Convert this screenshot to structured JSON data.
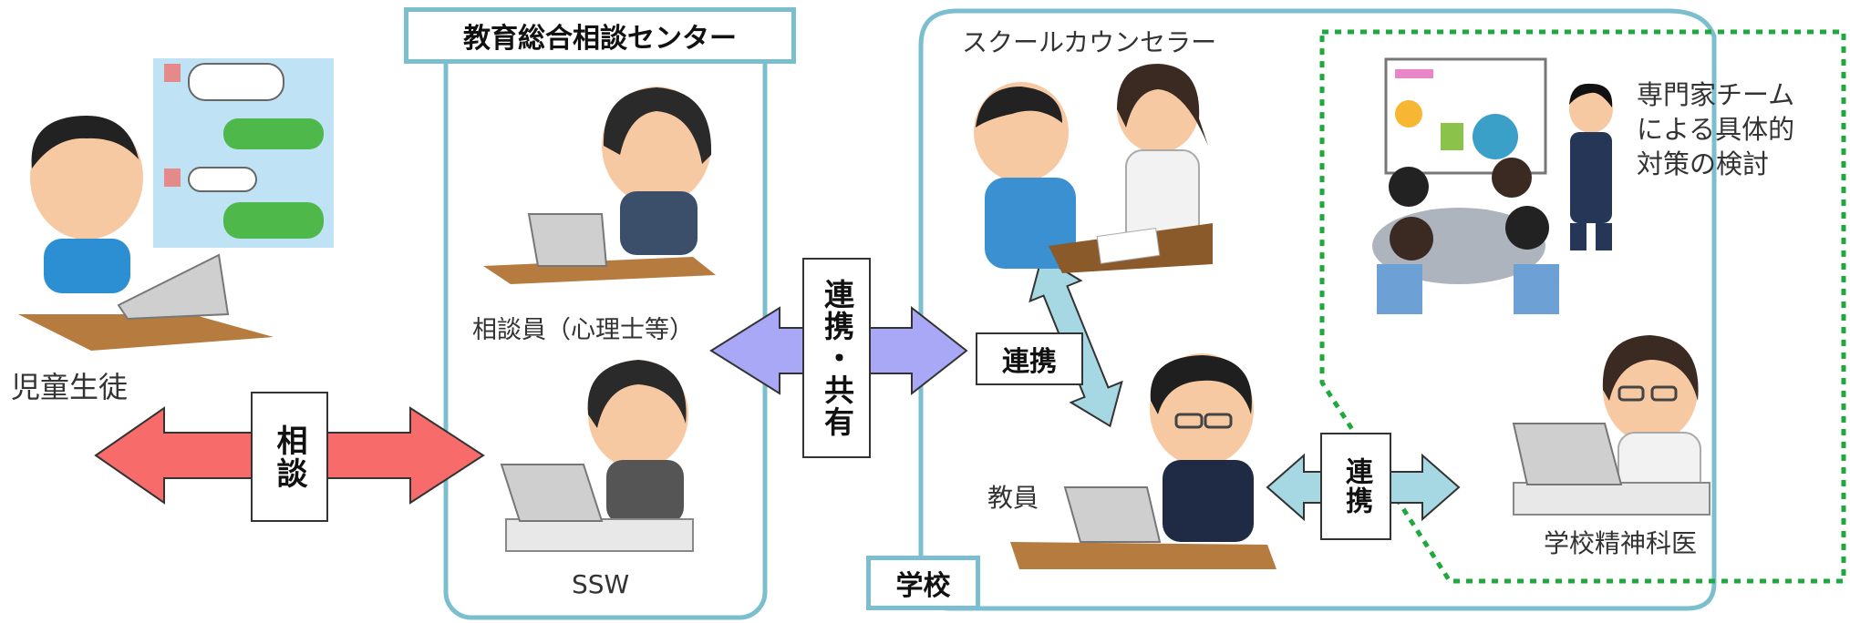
{
  "nodes": {
    "student": "児童生徒",
    "center_title": "教育総合相談センター",
    "counselor_staff": "相談員（心理士等）",
    "ssw": "SSW",
    "school_counselor": "スクールカウンセラー",
    "teacher": "教員",
    "psychiatrist": "学校精神科医",
    "school": "学校",
    "expert_team": "専門家チーム\nによる具体的\n対策の検討"
  },
  "arrows": {
    "consult": "相談",
    "cooperate_share": "連携・共有",
    "cooperate_sc": "連携",
    "cooperate_psy": "連携"
  },
  "colors": {
    "consult_arrow": "#f76b6b",
    "share_arrow": "#a9a8f7",
    "link_arrow": "#a6d8e3",
    "frame": "#7bbfcf",
    "dotted": "#1fa83c"
  }
}
